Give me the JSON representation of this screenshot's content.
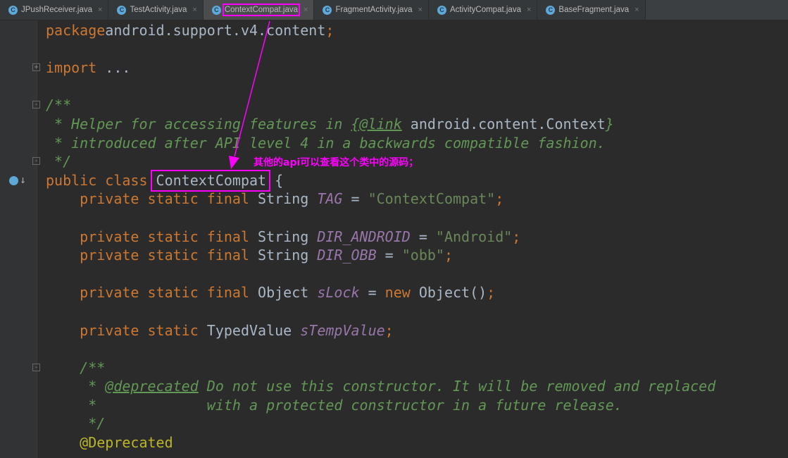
{
  "tabs": [
    {
      "label": "JPushReceiver.java",
      "active": false
    },
    {
      "label": "TestActivity.java",
      "active": false
    },
    {
      "label": "ContextCompat.java",
      "active": true
    },
    {
      "label": "FragmentActivity.java",
      "active": false
    },
    {
      "label": "ActivityCompat.java",
      "active": false
    },
    {
      "label": "BaseFragment.java",
      "active": false
    }
  ],
  "tab_icon": "C",
  "close_glyph": "×",
  "annotation_note": "其他的api可以查看这个类中的源码；",
  "colors": {
    "highlight": "#ff00ff",
    "keyword": "#cc7832",
    "comment": "#629755",
    "string": "#6a8759",
    "field": "#9876aa"
  },
  "code_lines": [
    [
      [
        "kw",
        "package"
      ],
      [
        "",
        "android.support.v4.content"
      ],
      [
        "kw",
        ";"
      ]
    ],
    [],
    [
      [
        "kw",
        "import"
      ],
      [
        "",
        " ..."
      ]
    ],
    [],
    [
      [
        "doc",
        "/**"
      ]
    ],
    [
      [
        "doc",
        " * Helper for accessing features in "
      ],
      [
        "doctag",
        "{@link"
      ],
      [
        "",
        " android.content.Context"
      ],
      [
        "doc",
        "}"
      ]
    ],
    [
      [
        "doc",
        " * introduced after API level 4 in a backwards compatible fashion."
      ]
    ],
    [
      [
        "doc",
        " */"
      ]
    ],
    [
      [
        "kw",
        "public class "
      ],
      [
        "",
        "ContextCompat {"
      ]
    ],
    [
      [
        "kw",
        "    private static final "
      ],
      [
        "",
        "String "
      ],
      [
        "fld",
        "TAG"
      ],
      [
        "",
        " = "
      ],
      [
        "str",
        "\"ContextCompat\""
      ],
      [
        "kw",
        ";"
      ]
    ],
    [],
    [
      [
        "kw",
        "    private static final "
      ],
      [
        "",
        "String "
      ],
      [
        "fld",
        "DIR_ANDROID"
      ],
      [
        "",
        " = "
      ],
      [
        "str",
        "\"Android\""
      ],
      [
        "kw",
        ";"
      ]
    ],
    [
      [
        "kw",
        "    private static final "
      ],
      [
        "",
        "String "
      ],
      [
        "fld",
        "DIR_OBB"
      ],
      [
        "",
        " = "
      ],
      [
        "str",
        "\"obb\""
      ],
      [
        "kw",
        ";"
      ]
    ],
    [],
    [
      [
        "kw",
        "    private static final "
      ],
      [
        "",
        "Object "
      ],
      [
        "fld",
        "sLock"
      ],
      [
        "",
        " = "
      ],
      [
        "kw",
        "new "
      ],
      [
        "",
        "Object()"
      ],
      [
        "kw",
        ";"
      ]
    ],
    [],
    [
      [
        "kw",
        "    private static "
      ],
      [
        "",
        "TypedValue "
      ],
      [
        "fld",
        "sTempValue"
      ],
      [
        "kw",
        ";"
      ]
    ],
    [],
    [
      [
        "doc",
        "    /**"
      ]
    ],
    [
      [
        "doc",
        "     * "
      ],
      [
        "doctag",
        "@deprecated"
      ],
      [
        "doc",
        " Do not use this constructor. It will be removed and replaced"
      ]
    ],
    [
      [
        "doc",
        "     *             with a protected constructor in a future release."
      ]
    ],
    [
      [
        "doc",
        "     */"
      ]
    ],
    [
      [
        "ann",
        "    @Deprecated"
      ]
    ]
  ]
}
